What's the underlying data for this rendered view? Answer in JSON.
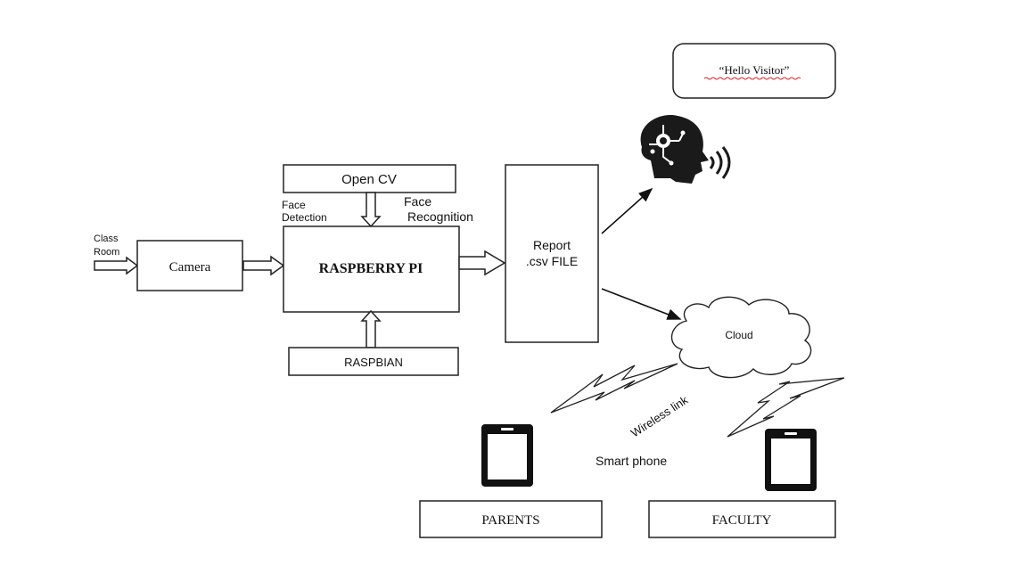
{
  "inputs": {
    "class_room_line1": "Class",
    "class_room_line2": "Room"
  },
  "blocks": {
    "camera": "Camera",
    "opencv": "Open CV",
    "raspberry_pi": "RASPBERRY PI",
    "raspbian": "RASPBIAN",
    "report_line1": "Report",
    "report_line2": ".csv FILE",
    "hello_visitor": "“Hello Visitor”",
    "cloud": "Cloud",
    "parents": "PARENTS",
    "faculty": "FACULTY"
  },
  "labels": {
    "face_detection_line1": "Face",
    "face_detection_line2": "Detection",
    "face_recognition_line1": "Face",
    "face_recognition_line2": "Recognition",
    "wireless_link": "Wireless link",
    "smart_phone": "Smart phone"
  },
  "icons": {
    "ai_head": "ai-head-speaking-icon",
    "phone": "smartphone-icon",
    "lightning": "wireless-lightning-icon",
    "cloud": "cloud-shape"
  }
}
